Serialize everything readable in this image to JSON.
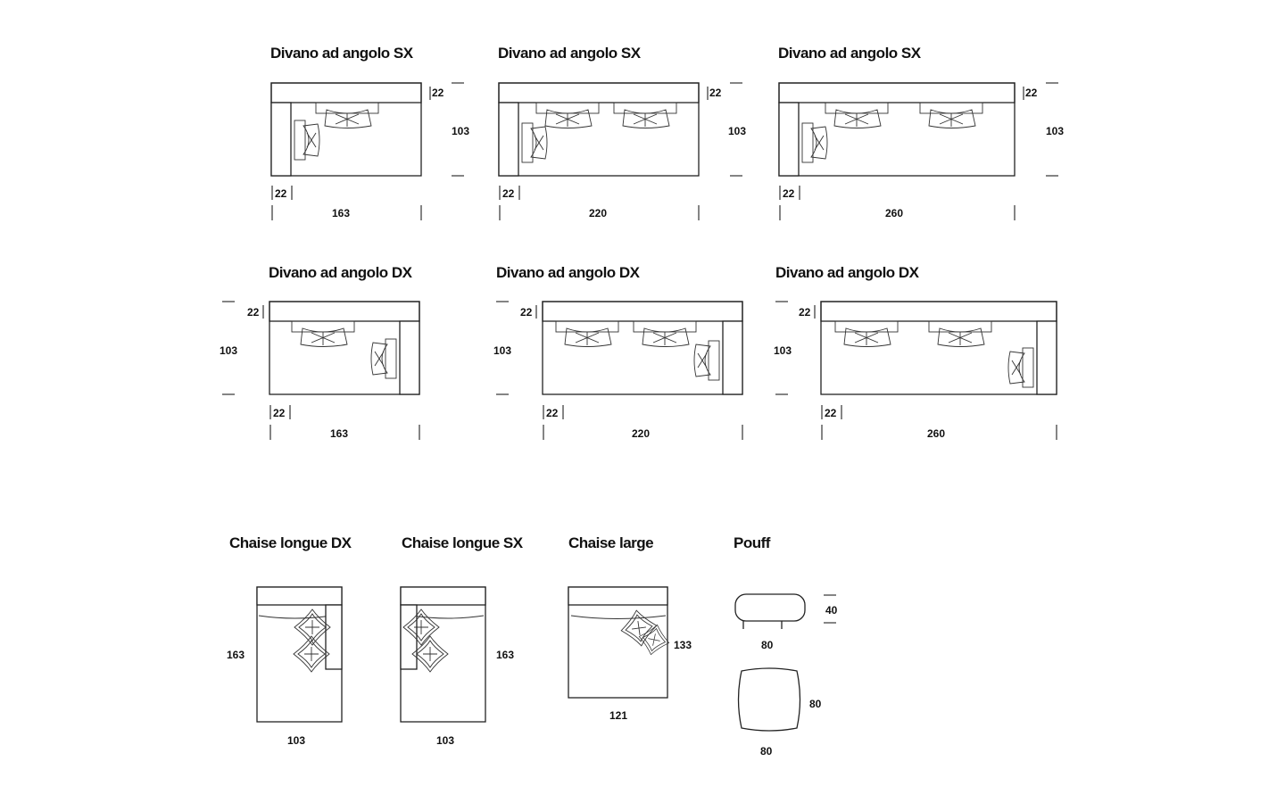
{
  "corner_sofas": {
    "left": [
      {
        "title": "Divano ad angolo SX",
        "depth": "103",
        "back": "22",
        "arm": "22",
        "width": "163"
      },
      {
        "title": "Divano ad angolo SX",
        "depth": "103",
        "back": "22",
        "arm": "22",
        "width": "220"
      },
      {
        "title": "Divano ad angolo SX",
        "depth": "103",
        "back": "22",
        "arm": "22",
        "width": "260"
      }
    ],
    "right": [
      {
        "title": "Divano ad angolo DX",
        "depth": "103",
        "back": "22",
        "arm": "22",
        "width": "163"
      },
      {
        "title": "Divano ad angolo DX",
        "depth": "103",
        "back": "22",
        "arm": "22",
        "width": "220"
      },
      {
        "title": "Divano ad angolo DX",
        "depth": "103",
        "back": "22",
        "arm": "22",
        "width": "260"
      }
    ]
  },
  "modules": {
    "chaise_dx": {
      "title": "Chaise longue DX",
      "length": "163",
      "width": "103"
    },
    "chaise_sx": {
      "title": "Chaise longue SX",
      "length": "163",
      "width": "103"
    },
    "chaise_large": {
      "title": "Chaise large",
      "length": "133",
      "width": "121"
    },
    "pouff": {
      "title": "Pouff",
      "height": "40",
      "side_width": "80",
      "top_depth": "80",
      "top_width": "80"
    }
  }
}
